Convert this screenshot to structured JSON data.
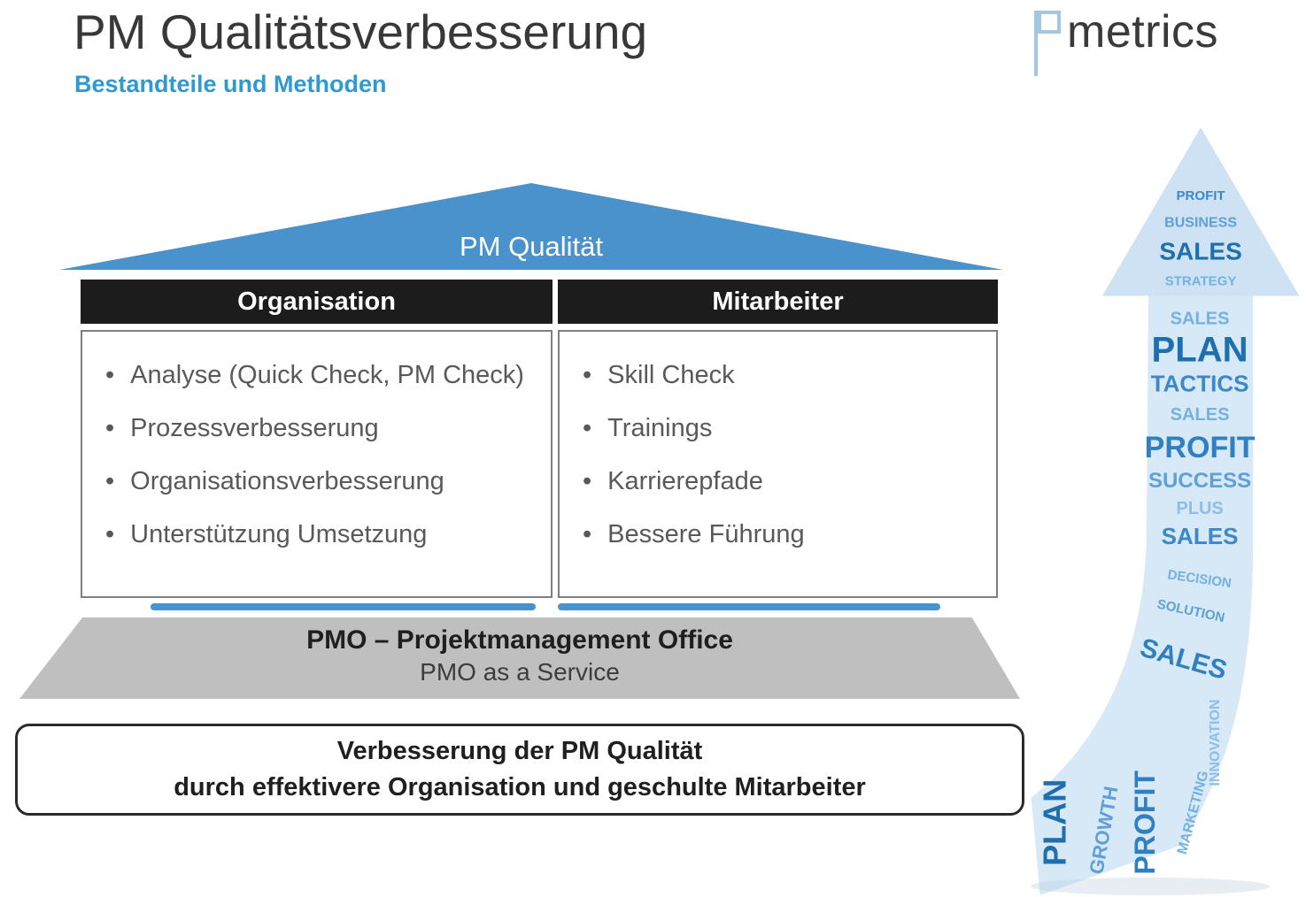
{
  "header": {
    "title": "PM Qualitätsverbesserung",
    "subtitle": "Bestandteile und Methoden"
  },
  "logo": {
    "text": "metrics"
  },
  "pyramid": {
    "label": "PM Qualität"
  },
  "columns": [
    {
      "header": "Organisation",
      "items": [
        "Analyse (Quick Check, PM Check)",
        "Prozessverbesserung",
        "Organisationsverbesserung",
        "Unterstützung Umsetzung"
      ]
    },
    {
      "header": "Mitarbeiter",
      "items": [
        "Skill Check",
        "Trainings",
        "Karrierepfade",
        "Bessere Führung"
      ]
    }
  ],
  "pmo_band": {
    "title": "PMO – Projektmanagement Office",
    "subtitle": "PMO as a Service"
  },
  "summary_box": {
    "line1": "Verbesserung der PM Qualität",
    "line2": "durch effektivere Organisation und geschulte Mitarbeiter"
  },
  "artwork": {
    "words": [
      "PROFIT",
      "BUSINESS",
      "SALES",
      "STRATEGY",
      "SALES",
      "PLAN",
      "TACTICS",
      "SALES",
      "PROFIT",
      "SUCCESS",
      "PLUS",
      "SALES",
      "DECISION",
      "SOLUTION",
      "SALES",
      "PLAN",
      "GROWTH",
      "PROFIT",
      "MARKETING",
      "INNOVATION"
    ]
  },
  "colors": {
    "accent_blue": "#4A92CC",
    "subtitle_blue": "#2E9AD3",
    "header_bar_dark": "#1C1C1C",
    "band_gray": "#BFBFBF",
    "bullet_text_gray": "#595959"
  }
}
